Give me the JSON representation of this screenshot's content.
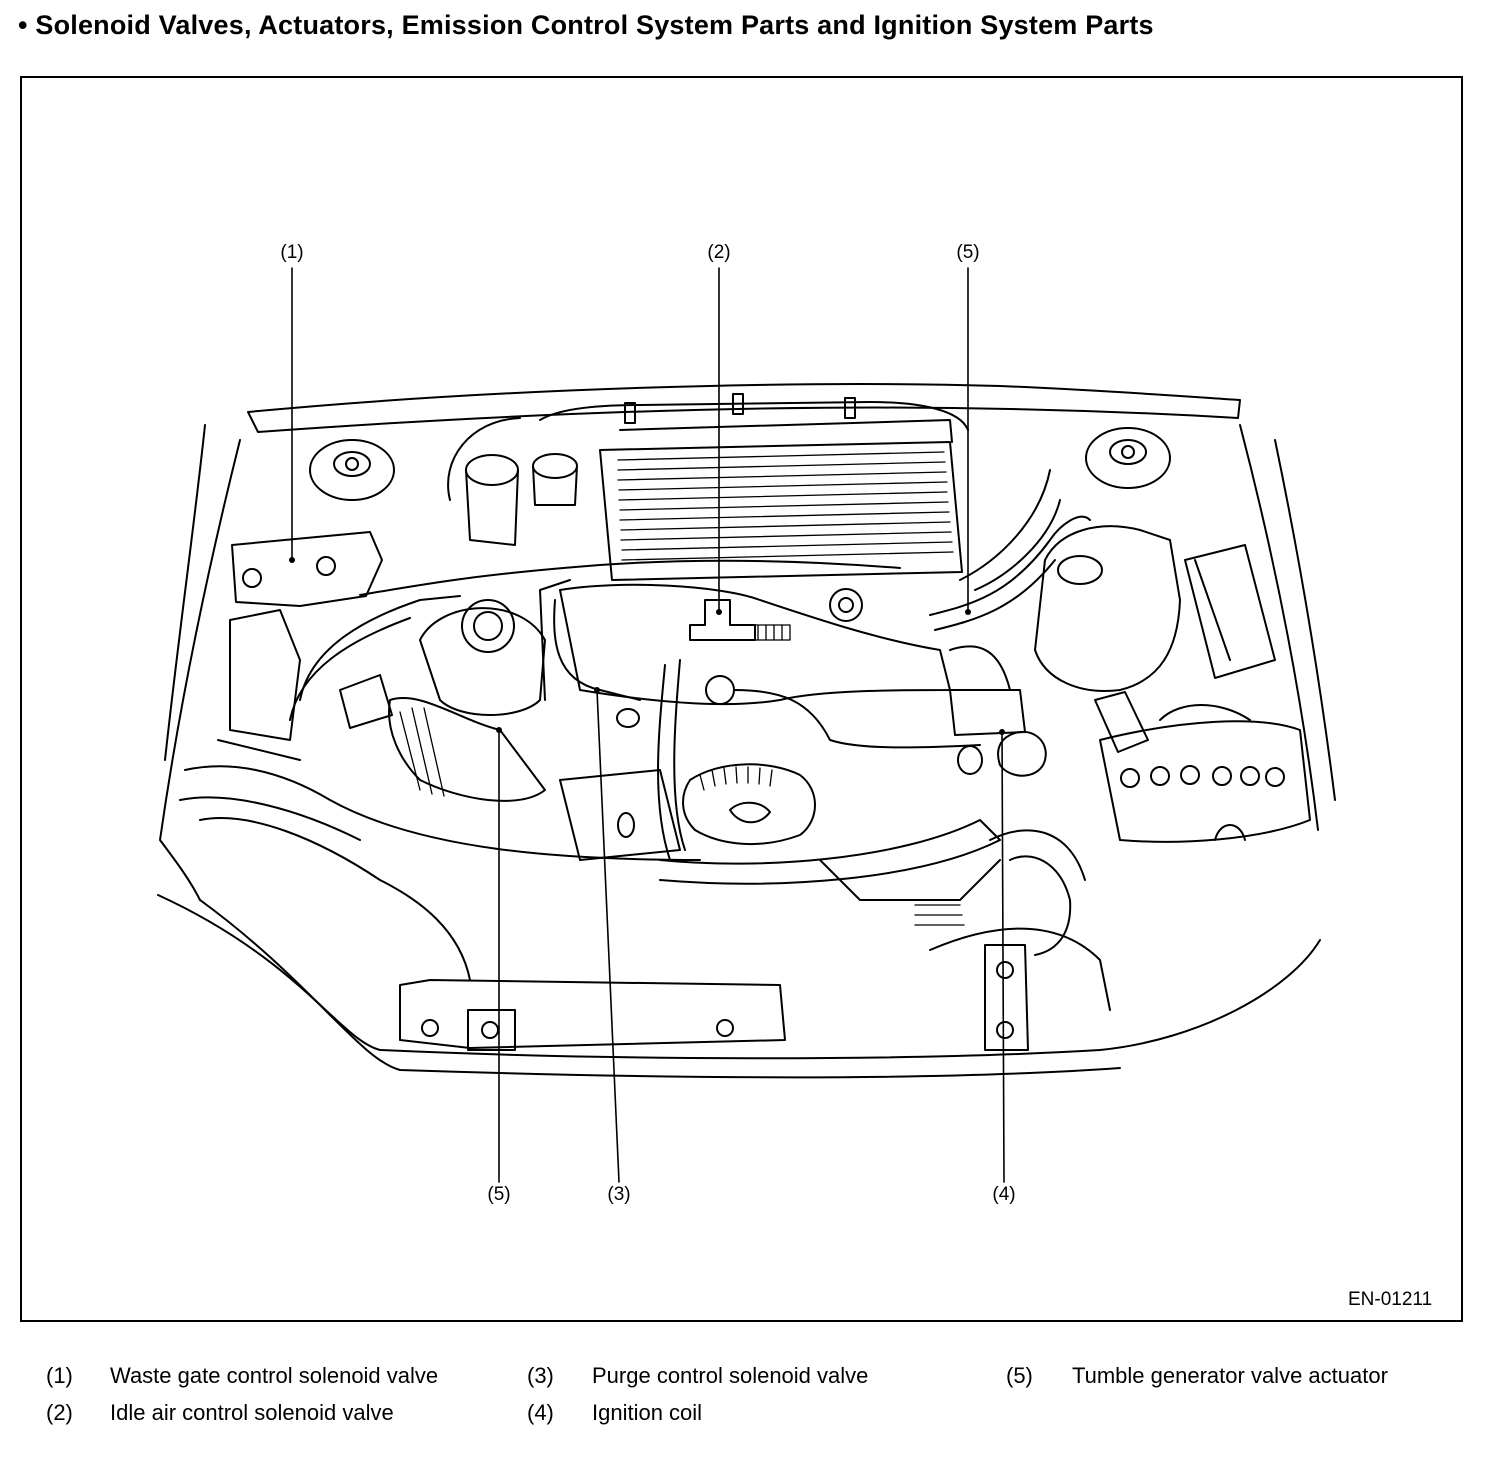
{
  "title": "• Solenoid Valves, Actuators, Emission Control System Parts and Ignition System Parts",
  "figure_id": "EN-01211",
  "callouts": {
    "c1": "(1)",
    "c2": "(2)",
    "c5_top": "(5)",
    "c5_bottom": "(5)",
    "c3": "(3)",
    "c4": "(4)"
  },
  "legend": [
    {
      "num": "(1)",
      "text": "Waste gate control solenoid valve"
    },
    {
      "num": "(2)",
      "text": "Idle air control solenoid valve"
    },
    {
      "num": "(3)",
      "text": "Purge control solenoid valve"
    },
    {
      "num": "(4)",
      "text": "Ignition coil"
    },
    {
      "num": "(5)",
      "text": "Tumble generator valve actuator"
    }
  ]
}
